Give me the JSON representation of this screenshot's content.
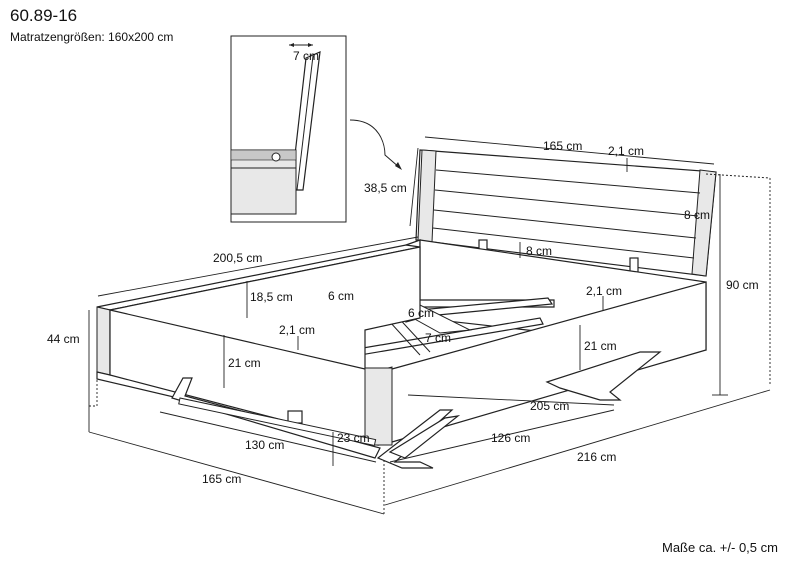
{
  "header": {
    "code": "60.89-16",
    "mattress": "Matratzengrößen: 160x200 cm"
  },
  "footnote": "Maße ca. +/- 0,5 cm",
  "dimensions": {
    "detail_thickness": "7 cm",
    "headboard_width": "165 cm",
    "headboard_board": "2,1 cm",
    "headboard_height": "38,5 cm",
    "headboard_post": "8 cm",
    "headboard_gap": "8 cm",
    "total_height": "90 cm",
    "frame_length_top": "200,5 cm",
    "frame_side_height": "18,5 cm",
    "slat_ledge_top": "6 cm",
    "slat_ledge_inner": "6 cm",
    "right_board": "2,1 cm",
    "inner_board": "2,1 cm",
    "inner_gap": "7 cm",
    "frame_height": "44 cm",
    "front_inner_height": "21 cm",
    "right_inner_height": "21 cm",
    "inner_length": "205 cm",
    "runner_length": "130 cm",
    "foot_height": "23 cm",
    "inner_width": "126 cm",
    "total_length": "216 cm",
    "total_width": "165 cm"
  }
}
